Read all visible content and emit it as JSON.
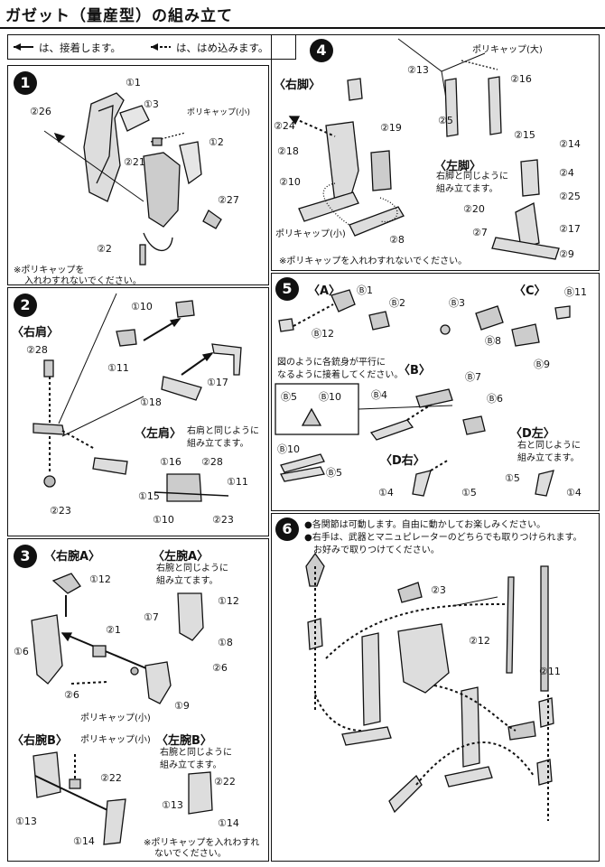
{
  "title": "ガゼット（量産型）の組み立て",
  "legend": {
    "glue": "は、接着します。",
    "fit": "は、はめ込みます。"
  },
  "steps": [
    "1",
    "2",
    "3",
    "4",
    "5",
    "6"
  ],
  "s1": {
    "labels": [
      "①1",
      "①3",
      "ポリキャップ(小)",
      "②26",
      "①2",
      "②21",
      "②27",
      "②2"
    ],
    "note1": "※ポリキャップを",
    "note2": "入れわすれないでください。"
  },
  "s2": {
    "labels": [
      "①10",
      "①11",
      "②28",
      "①17",
      "①18",
      "②23",
      "①16",
      "②28",
      "①11",
      "①15",
      "①10",
      "②23"
    ],
    "h_right": "〈右肩〉",
    "h_left": "〈左肩〉",
    "note1": "右肩と同じように",
    "note2": "組み立てます。"
  },
  "s3": {
    "h_ra": "〈右腕A〉",
    "h_la": "〈左腕A〉",
    "h_rb": "〈右腕B〉",
    "h_lb": "〈左腕B〉",
    "la_note1": "右腕と同じように",
    "la_note2": "組み立てます。",
    "lb_note1": "右腕と同じように",
    "lb_note2": "組み立てます。",
    "labels": [
      "①12",
      "①12",
      "①7",
      "②1",
      "①6",
      "①8",
      "②6",
      "②6",
      "①9",
      "ポリキャップ(小)",
      "ポリキャップ(小)",
      "②22",
      "②22",
      "①13",
      "①13",
      "①14",
      "①14"
    ],
    "warn1": "※ポリキャップを入れわすれ",
    "warn2": "ないでください。"
  },
  "s4": {
    "h_right": "〈右脚〉",
    "h_left": "〈左脚〉",
    "left_note1": "右脚と同じように",
    "left_note2": "組み立てます。",
    "labels": [
      "ポリキャップ(大)",
      "②13",
      "②16",
      "②5",
      "②24",
      "②18",
      "②19",
      "②10",
      "ポリキャップ(小)",
      "②8",
      "②15",
      "②14",
      "②4",
      "②25",
      "②20",
      "②17",
      "②7",
      "②9"
    ],
    "warn": "※ポリキャップを入れわすれないでください。"
  },
  "s5": {
    "h_a": "〈A〉",
    "h_b": "〈B〉",
    "h_c": "〈C〉",
    "h_dr": "〈D右〉",
    "h_dl": "〈D左〉",
    "dl_note1": "右と同じように",
    "dl_note2": "組み立てます。",
    "fig_note1": "図のように各銃身が平行に",
    "fig_note2": "なるように接着してください。",
    "labels": [
      "Ⓑ1",
      "Ⓑ2",
      "Ⓑ3",
      "Ⓑ11",
      "Ⓑ12",
      "Ⓑ8",
      "Ⓑ9",
      "Ⓑ7",
      "Ⓑ4",
      "Ⓑ6",
      "Ⓑ5",
      "Ⓑ10",
      "Ⓑ10",
      "Ⓑ5",
      "①4",
      "①5",
      "①5",
      "①4"
    ]
  },
  "s6": {
    "note1": "●各関節は可動します。自由に動かしてお楽しみください。",
    "note2": "●右手は、武器とマニュピレーターのどちらでも取りつけられます。",
    "note3": "お好みで取りつけてください。",
    "labels": [
      "②3",
      "②12",
      "②11"
    ]
  }
}
